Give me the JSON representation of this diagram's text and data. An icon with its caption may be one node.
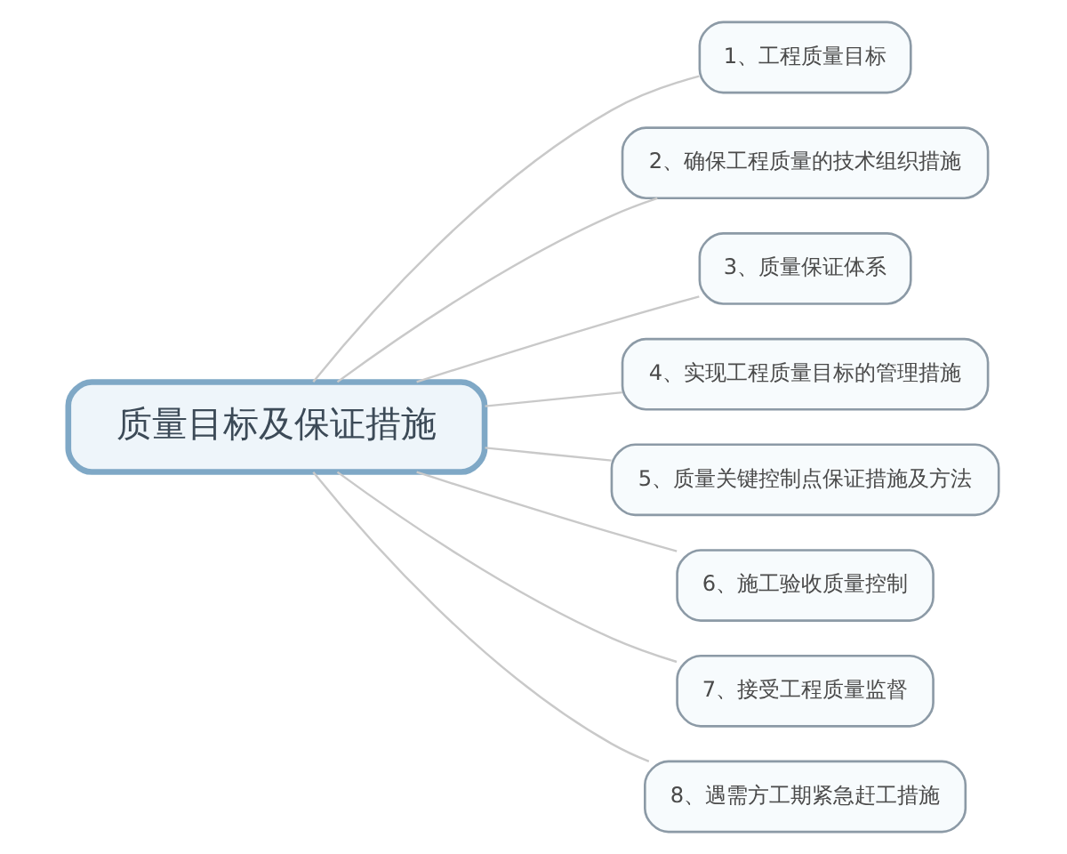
{
  "diagram": {
    "nodes": [
      {
        "text": [
          "质量目标及保证措施"
        ]
      },
      {
        "text": [
          "1、工程质量目标"
        ]
      },
      {
        "text": [
          "2、确保工程质量的技术组织措施"
        ]
      },
      {
        "text": [
          "3、质量保证体系"
        ]
      },
      {
        "text": [
          "4、实现工程质量目标的管理措施"
        ]
      },
      {
        "text": [
          "5、质量关键控制点保证措施及方法"
        ]
      },
      {
        "text": [
          "6、施工验收质量控制"
        ]
      },
      {
        "text": [
          "7、接受工程质量监督"
        ]
      },
      {
        "text": [
          "8、遇需方工期紧急赶工措施"
        ]
      }
    ],
    "edges": [
      {
        "from": 0,
        "to": 1,
        "arrow": "none"
      },
      {
        "from": 0,
        "to": 2,
        "arrow": "none"
      },
      {
        "from": 0,
        "to": 3,
        "arrow": "none"
      },
      {
        "from": 0,
        "to": 4,
        "arrow": "none"
      },
      {
        "from": 0,
        "to": 5,
        "arrow": "none"
      },
      {
        "from": 0,
        "to": 6,
        "arrow": "none"
      },
      {
        "from": 0,
        "to": 7,
        "arrow": "none"
      },
      {
        "from": 0,
        "to": 8,
        "arrow": "none"
      }
    ]
  }
}
